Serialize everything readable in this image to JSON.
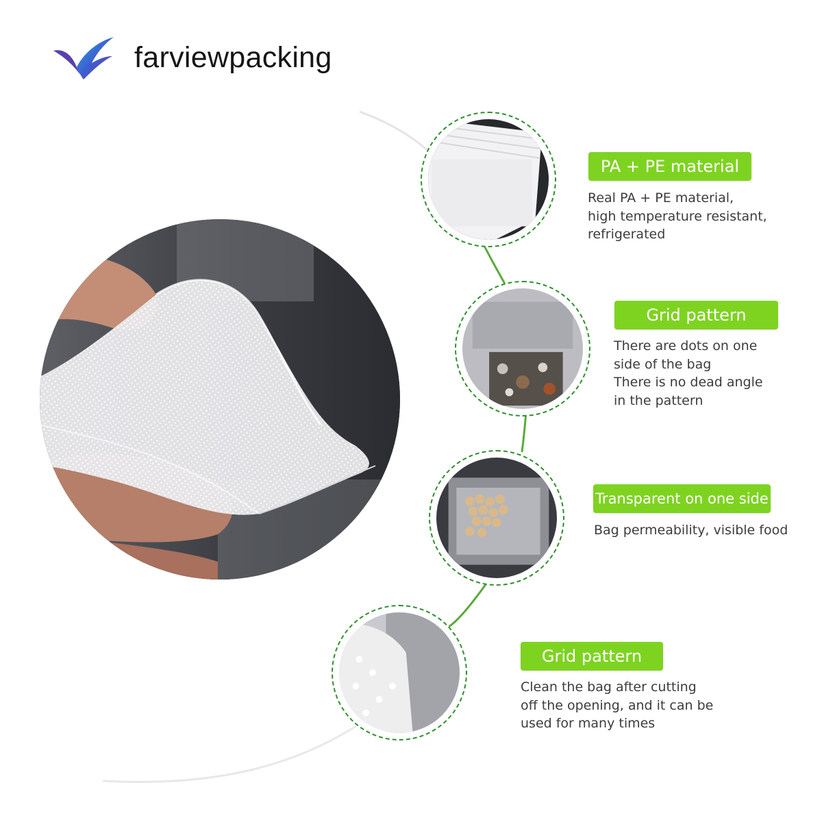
{
  "brand": {
    "name": "farviewpacking",
    "logo_icon": "bird-wing-logo-icon",
    "logo_colors": [
      "#2f7fd6",
      "#7b2fa8"
    ]
  },
  "accent_color": "#7ed321",
  "connector_color": "#4caf3a",
  "features": [
    {
      "badge": "PA + PE material",
      "lines": [
        "Real PA + PE material,",
        "high temperature resistant,",
        "refrigerated"
      ]
    },
    {
      "badge": "Grid pattern",
      "lines": [
        "There are dots on one",
        "side of the bag",
        "There is no dead angle",
        "in the pattern"
      ]
    },
    {
      "badge": "Transparent on one side",
      "lines": [
        "Bag permeability, visible food"
      ]
    },
    {
      "badge": "Grid pattern",
      "lines": [
        "Clean the bag after cutting",
        "off the opening, and it can be",
        "used for many times"
      ]
    }
  ]
}
